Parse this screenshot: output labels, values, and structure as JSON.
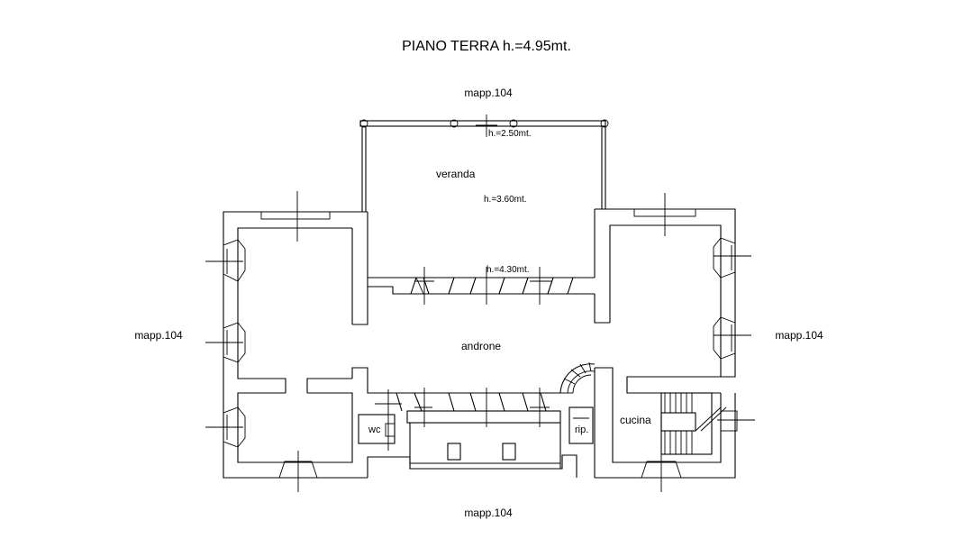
{
  "title": "PIANO TERRA h.=4.95mt.",
  "neighbors": {
    "top": "mapp.104",
    "bottom": "mapp.104",
    "left": "mapp.104",
    "right": "mapp.104"
  },
  "rooms": {
    "veranda": "veranda",
    "androne": "androne",
    "wc": "wc",
    "rip": "rip.",
    "cucina": "cucina"
  },
  "heights": {
    "veranda_canopy": "h.=2.50mt.",
    "veranda": "h.=3.60mt.",
    "corridor": "h.=4.30mt."
  }
}
